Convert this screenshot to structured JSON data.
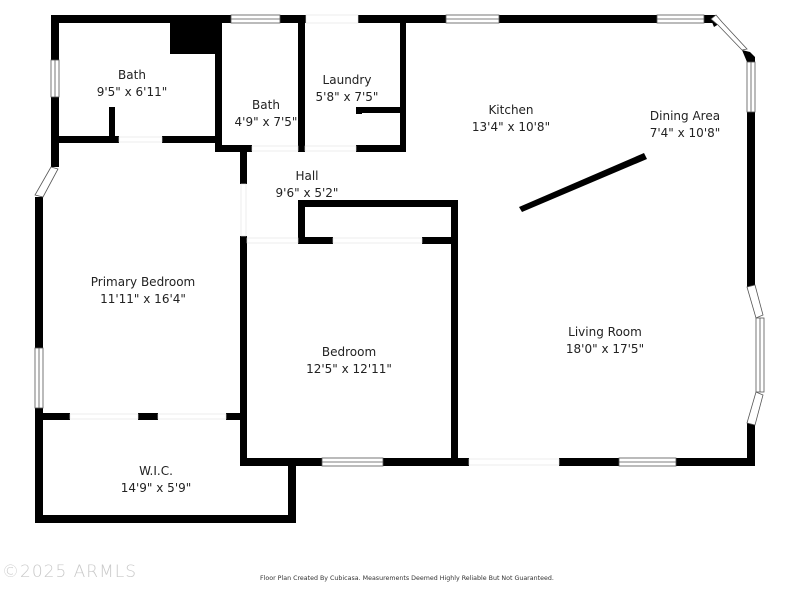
{
  "floor_plan": {
    "rooms": [
      {
        "id": "bath-1",
        "name": "Bath",
        "dimensions": "9'5\" x 6'11\""
      },
      {
        "id": "bath-2",
        "name": "Bath",
        "dimensions": "4'9\" x 7'5\""
      },
      {
        "id": "laundry",
        "name": "Laundry",
        "dimensions": "5'8\" x 7'5\""
      },
      {
        "id": "kitchen",
        "name": "Kitchen",
        "dimensions": "13'4\" x 10'8\""
      },
      {
        "id": "dining-area",
        "name": "Dining Area",
        "dimensions": "7'4\" x 10'8\""
      },
      {
        "id": "hall",
        "name": "Hall",
        "dimensions": "9'6\" x 5'2\""
      },
      {
        "id": "primary-bedroom",
        "name": "Primary Bedroom",
        "dimensions": "11'11\" x 16'4\""
      },
      {
        "id": "bedroom",
        "name": "Bedroom",
        "dimensions": "12'5\" x 12'11\""
      },
      {
        "id": "living-room",
        "name": "Living Room",
        "dimensions": "18'0\" x 17'5\""
      },
      {
        "id": "wic",
        "name": "W.I.C.",
        "dimensions": "14'9\" x 5'9\""
      }
    ],
    "colors": {
      "wall": "#000000",
      "background": "#ffffff",
      "watermark": "#c9c9c9"
    }
  },
  "footer": {
    "watermark": "©2025 ARMLS",
    "disclaimer": "Floor Plan Created By Cubicasa. Measurements Deemed Highly Reliable But Not Guaranteed."
  }
}
